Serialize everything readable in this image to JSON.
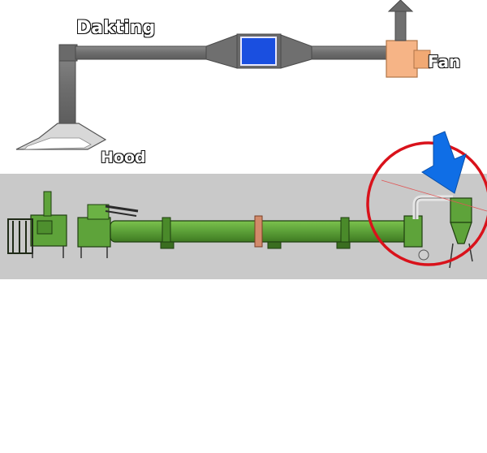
{
  "labels": {
    "ducting": "Dakting",
    "fan": "Fan",
    "hood": "Hood"
  },
  "colors": {
    "duct": "#747474",
    "filter_box": "#1a4fe0",
    "fan": "#f6b486",
    "plant_backdrop": "#c9c9c9",
    "machinery": "#5ea33a",
    "pointer_arrow": "#0f6ee6",
    "highlight_circle": "#d9121b"
  }
}
